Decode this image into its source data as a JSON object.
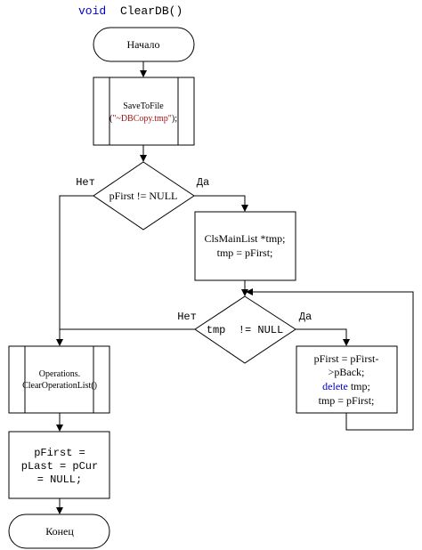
{
  "colors": {
    "keyword": "#0000cc",
    "string": "#a31515",
    "text": "#000000",
    "line": "#000000"
  },
  "header": {
    "keyword": "void",
    "name": "ClearDB()"
  },
  "nodes": {
    "start": {
      "label": "Начало"
    },
    "save": {
      "line1": "SaveToFile",
      "paren_open": "(",
      "arg": "\"~DBCopy.tmp\"",
      "paren_close": ");"
    },
    "cond1": {
      "label": "pFirst != NULL",
      "no": "Нет",
      "yes": "Да"
    },
    "decl": {
      "line1": "ClsMainList *tmp;",
      "line2": "tmp = pFirst;"
    },
    "cond2": {
      "label": "tmp  != NULL",
      "no": "Нет",
      "yes": "Да"
    },
    "loop_body": {
      "line1": "pFirst = pFirst-",
      "line2": ">pBack;",
      "line3_keyword": "delete",
      "line3_rest": " tmp;",
      "line4": "tmp = pFirst;"
    },
    "ops": {
      "line1": "Operations.",
      "line2": "ClearOperationList()"
    },
    "reset": {
      "line1": "pFirst =",
      "line2": "pLast = pCur",
      "line3": "= NULL;"
    },
    "end": {
      "label": "Конец"
    }
  }
}
